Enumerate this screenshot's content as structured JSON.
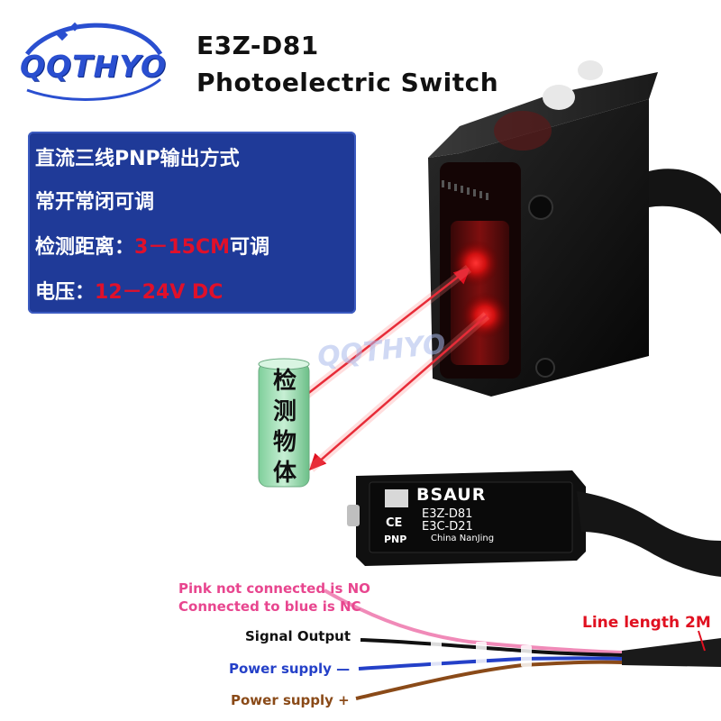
{
  "brand": {
    "logo_text": "QQTHYO",
    "watermark_text": "QQTHYO"
  },
  "header": {
    "model": "E3Z-D81",
    "product": "Photoelectric Switch"
  },
  "specs": {
    "line1": "直流三线PNP输出方式",
    "line2": "常开常闭可调",
    "line3_label": "检测距离：",
    "line3_value": "3－15CM",
    "line3_suffix": "可调",
    "line4_label": "电压：",
    "line4_value": "12－24V DC"
  },
  "detected_object": {
    "label": "检测物体"
  },
  "device_label": {
    "brand": "BSAUR",
    "model1": "E3Z-D81",
    "model2": "E3C-D21",
    "origin": "China NanJing",
    "type": "PNP",
    "ce": "CE"
  },
  "wiring": {
    "pink_line1": "Pink not connected is NO",
    "pink_line2": "Connected to blue is NC",
    "signal": "Signal Output",
    "power_minus": "Power supply —",
    "power_plus": "Power supply +",
    "line_length": "Line length 2M"
  },
  "colors": {
    "accent_red": "#e01020",
    "box_blue": "#1f3a98",
    "wire_pink": "#f08ab8",
    "wire_black": "#111111",
    "wire_blue": "#2440c8",
    "wire_brown": "#8a4a18"
  }
}
